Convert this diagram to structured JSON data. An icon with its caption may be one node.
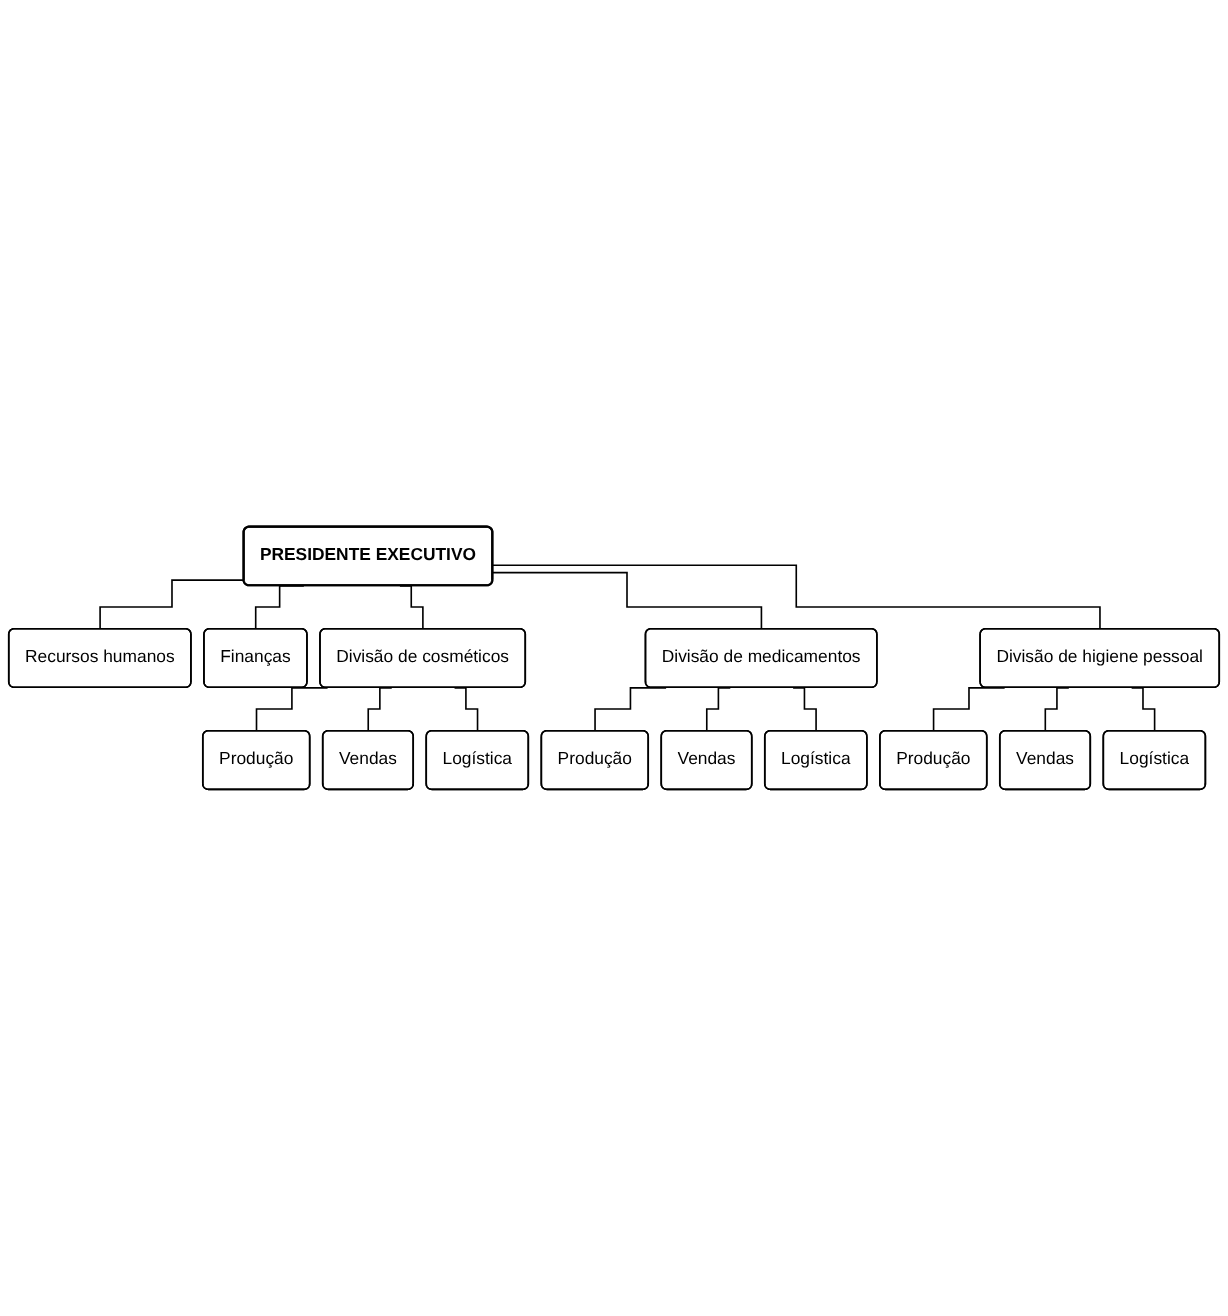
{
  "diagram": {
    "nodes": [
      {
        "text": [
          "PRESIDENTE EXECUTIVO"
        ]
      },
      {
        "text": [
          "Recursos humanos"
        ]
      },
      {
        "text": [
          "Finanças"
        ]
      },
      {
        "text": [
          "Divisão de cosméticos"
        ]
      },
      {
        "text": [
          "Divisão de medicamentos"
        ]
      },
      {
        "text": [
          "Divisão de higiene pessoal"
        ]
      },
      {
        "text": [
          "Produção"
        ]
      },
      {
        "text": [
          "Vendas"
        ]
      },
      {
        "text": [
          "Logística"
        ]
      },
      {
        "text": [
          "Produção"
        ]
      },
      {
        "text": [
          "Vendas"
        ]
      },
      {
        "text": [
          "Logística"
        ]
      },
      {
        "text": [
          "Produção"
        ]
      },
      {
        "text": [
          "Vendas"
        ]
      },
      {
        "text": [
          "Logística"
        ]
      }
    ],
    "edges": [
      {
        "from": 0,
        "to": 1,
        "arrow": "none"
      },
      {
        "from": 0,
        "to": 2,
        "arrow": "none"
      },
      {
        "from": 0,
        "to": 3,
        "arrow": "none"
      },
      {
        "from": 0,
        "to": 4,
        "arrow": "none"
      },
      {
        "from": 0,
        "to": 5,
        "arrow": "none"
      },
      {
        "from": 3,
        "to": 6,
        "arrow": "none"
      },
      {
        "from": 3,
        "to": 7,
        "arrow": "none"
      },
      {
        "from": 3,
        "to": 8,
        "arrow": "none"
      },
      {
        "from": 4,
        "to": 9,
        "arrow": "none"
      },
      {
        "from": 4,
        "to": 10,
        "arrow": "none"
      },
      {
        "from": 4,
        "to": 11,
        "arrow": "none"
      },
      {
        "from": 5,
        "to": 12,
        "arrow": "none"
      },
      {
        "from": 5,
        "to": 13,
        "arrow": "none"
      },
      {
        "from": 5,
        "to": 14,
        "arrow": "none"
      }
    ]
  }
}
